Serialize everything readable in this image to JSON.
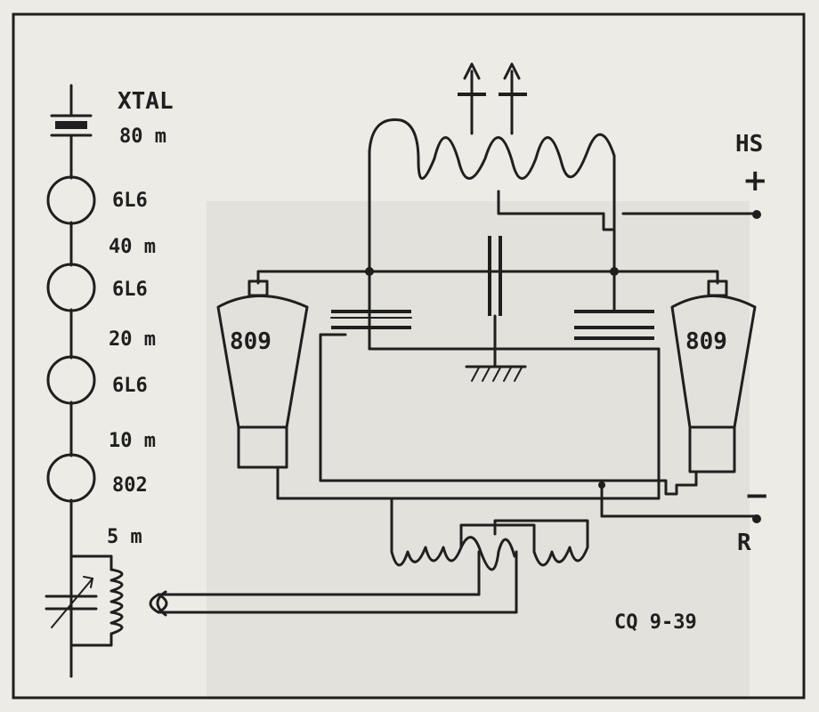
{
  "labels": {
    "xtal": "XTAL",
    "band_80": "80 m",
    "tube_1": "6L6",
    "band_40": "40 m",
    "tube_2": "6L6",
    "band_20": "20 m",
    "tube_3": "6L6",
    "band_10": "10 m",
    "tube_4": "802",
    "band_5": "5 m",
    "hs": "HS",
    "plus": "+",
    "minus": "−",
    "r": "R",
    "pa_left": "809",
    "pa_right": "809",
    "credit": "CQ 9-39"
  },
  "colors": {
    "ink": "#1f1f1f",
    "paper": "#ecebe6",
    "shade": "#e0dfda"
  }
}
